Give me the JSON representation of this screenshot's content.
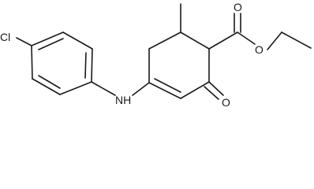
{
  "molecule": {
    "atoms": {
      "chlorine": "Cl",
      "amine": "NH",
      "ketone_oxygen": "O",
      "ester_carbonyl_oxygen": "O",
      "ester_oxygen": "O"
    }
  },
  "colors": {
    "bond": "#1a1a1a",
    "background": "#ffffff"
  }
}
